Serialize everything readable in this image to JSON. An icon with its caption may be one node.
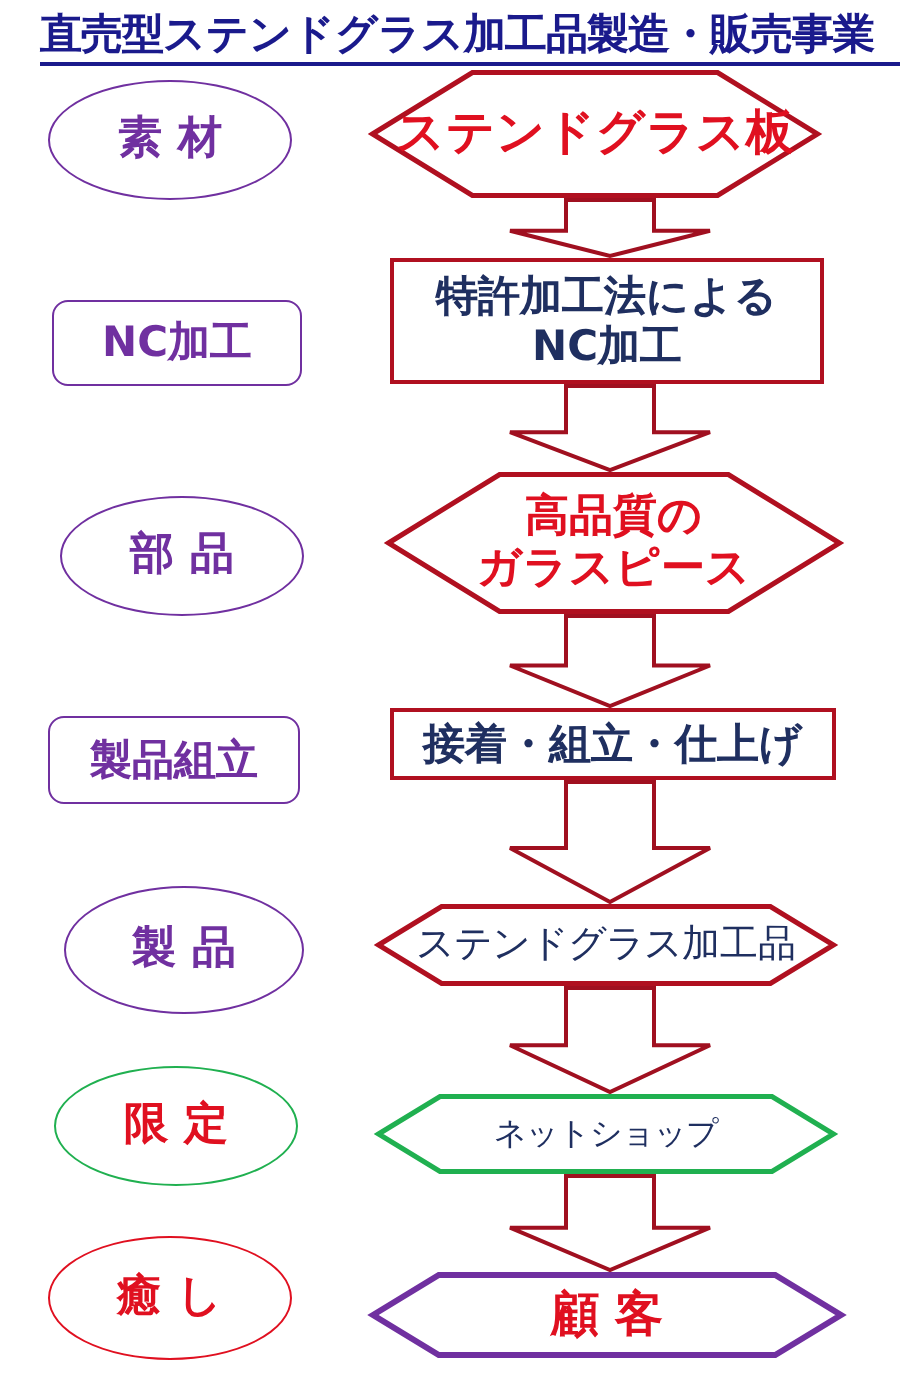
{
  "diagram": {
    "title": "直売型ステンドグラス加工品製造・販売事業",
    "nodes": [
      {
        "text": [
          "素 材"
        ]
      },
      {
        "text": [
          "ステンドグラス板"
        ]
      },
      {
        "text": [
          "NC加工"
        ]
      },
      {
        "text": [
          "特許加工法によるNC加工"
        ]
      },
      {
        "text": [
          "部 品"
        ]
      },
      {
        "text": [
          "高品質のガラスピース"
        ]
      },
      {
        "text": [
          "製品組立"
        ]
      },
      {
        "text": [
          "接着・組立・仕上げ"
        ]
      },
      {
        "text": [
          "製 品"
        ]
      },
      {
        "text": [
          "ステンドグラス加工品"
        ]
      },
      {
        "text": [
          "限 定"
        ]
      },
      {
        "text": [
          "ネットショップ"
        ]
      },
      {
        "text": [
          "癒 し"
        ]
      },
      {
        "text": [
          "顧 客"
        ]
      }
    ],
    "edges": [
      {
        "from": 1,
        "to": 3,
        "arrow": "to"
      },
      {
        "from": 3,
        "to": 5,
        "arrow": "to"
      },
      {
        "from": 5,
        "to": 7,
        "arrow": "to"
      },
      {
        "from": 7,
        "to": 9,
        "arrow": "to"
      },
      {
        "from": 9,
        "to": 11,
        "arrow": "to"
      },
      {
        "from": 11,
        "to": 13,
        "arrow": "to"
      }
    ]
  }
}
